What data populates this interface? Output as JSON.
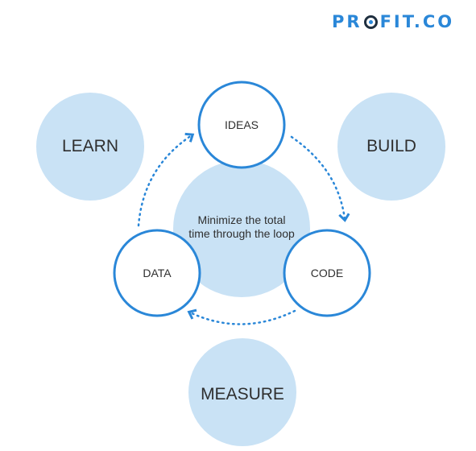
{
  "logo": {
    "text_before": "PR",
    "text_after": "FIT.CO"
  },
  "colors": {
    "brand_blue": "#2a87d8",
    "circle_fill_light": "#c9e2f5",
    "ring_stroke": "#2a87d8"
  },
  "outer_phases": {
    "learn": "LEARN",
    "build": "BUILD",
    "measure": "MEASURE"
  },
  "loop_nodes": {
    "ideas": "IDEAS",
    "code": "CODE",
    "data": "DATA"
  },
  "center_text": "Minimize the total time through the loop"
}
